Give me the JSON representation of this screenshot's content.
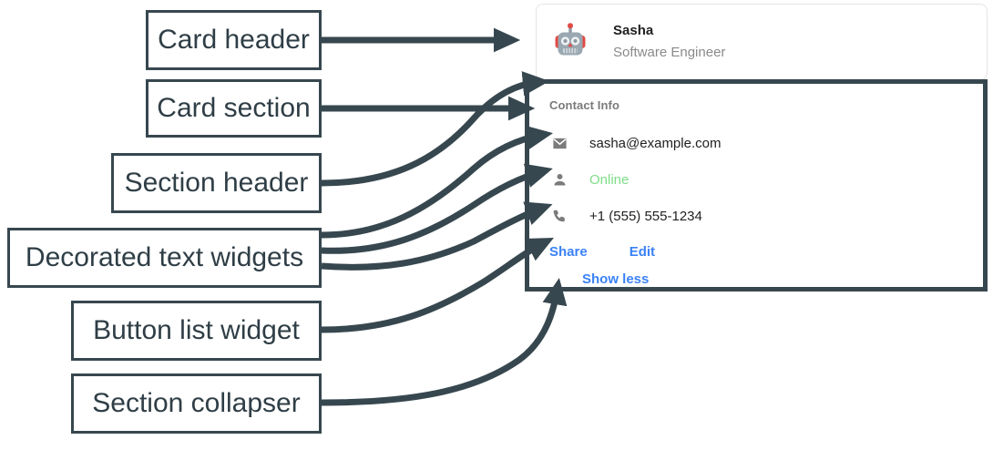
{
  "annotations": [
    {
      "id": "card-header",
      "label": "Card header"
    },
    {
      "id": "card-section",
      "label": "Card section"
    },
    {
      "id": "section-header",
      "label": "Section header"
    },
    {
      "id": "decorated-text",
      "label": "Decorated text widgets"
    },
    {
      "id": "button-list",
      "label": "Button list widget"
    },
    {
      "id": "section-collapser",
      "label": "Section collapser"
    }
  ],
  "card": {
    "header": {
      "avatar_icon": "robot-avatar-icon",
      "avatar_glyph": "🤖",
      "title": "Sasha",
      "subtitle": "Software Engineer"
    },
    "section": {
      "header": "Contact Info",
      "rows": [
        {
          "icon": "email-icon",
          "text": "sasha@example.com",
          "status": false
        },
        {
          "icon": "person-icon",
          "text": "Online",
          "status": true
        },
        {
          "icon": "phone-icon",
          "text": "+1 (555) 555-1234",
          "status": false
        }
      ],
      "buttons": [
        {
          "label": "Share"
        },
        {
          "label": "Edit"
        }
      ],
      "collapser": {
        "label": "Show less"
      }
    }
  },
  "colors": {
    "annotation_stroke": "#37474f",
    "link_blue": "#3b82f6",
    "status_green": "#7ede87",
    "muted_gray": "#8a8a8a",
    "card_border": "#e4e4e4"
  }
}
